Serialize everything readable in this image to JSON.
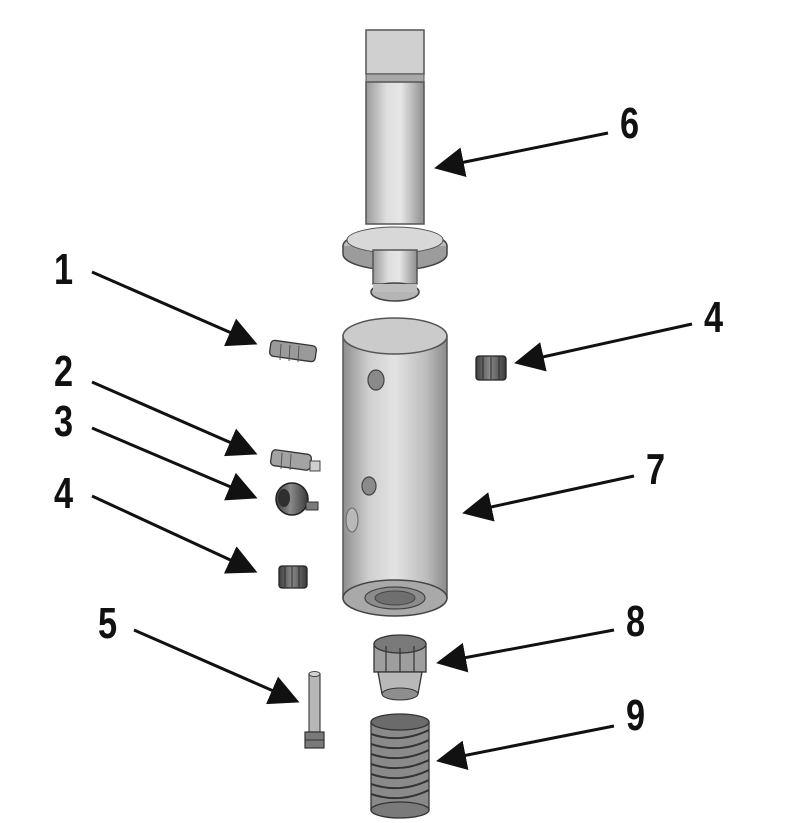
{
  "callouts": [
    "1",
    "2",
    "3",
    "4",
    "4",
    "5",
    "6",
    "7",
    "8",
    "9"
  ],
  "colors": {
    "background": "#ffffff",
    "part_light": "#d6d6d6",
    "part_mid": "#b0b0b0",
    "part_dark": "#5a5a5a",
    "outline": "#3a3a3a",
    "arrow": "#111111",
    "label": "#111111"
  }
}
